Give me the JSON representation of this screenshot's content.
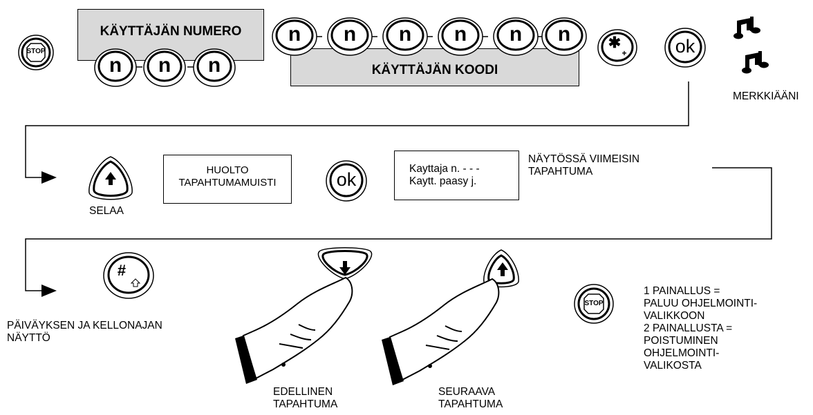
{
  "user_number_label": "KÄYTTÄJÄN NUMERO",
  "user_code_label": "KÄYTTÄJÄN KOODI",
  "key_n": "n",
  "key_ok": "ok",
  "key_stop": "STOP",
  "key_star": "✱",
  "key_plus": "+",
  "key_hash": "#",
  "beep_label": "MERKKIÄÄNI",
  "scroll_label": "SELAA",
  "service_box": "HUOLTO\nTAPAHTUMAMUISTI",
  "display_box": "Kayttaja n. - - -\nKaytt. paasy j.",
  "last_event_label": "NÄYTÖSSÄ VIIMEISIN\nTAPAHTUMA",
  "date_time_label": "PÄIVÄYKSEN JA KELLONAJAN\nNÄYTTÖ",
  "previous_event_label": "EDELLINEN\nTAPAHTUMA",
  "next_event_label": "SEURAAVA\nTAPAHTUMA",
  "stop_instructions": "1 PAINALLUS =\nPALUU OHJELMOINTI-\nVALIKKOON\n2 PAINALLUSTA =\nPOISTUMINEN\nOHJELMOINTI-\nVALIKOSTA"
}
